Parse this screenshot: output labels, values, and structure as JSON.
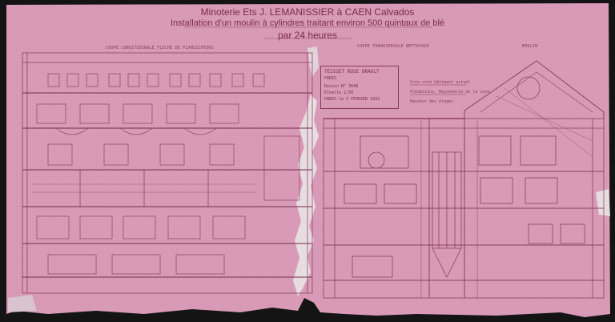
{
  "document": {
    "title_line1": "Minoterie Ets J. LEMANISSIER à CAEN Calvados",
    "title_line2": "Installation d'un moulin à cylindres traitant environ 500 quintaux de blé",
    "title_line3": "par 24 heures",
    "section_left": "COUPE LONGITUDINALE FLECHE DE PLANSICHTERS",
    "section_middle": "COUPE TRANSVERSALE NETTOYAGE",
    "section_right": "MOULIN"
  },
  "stamp": {
    "line1": "TEISSET ROSE BRAULT",
    "line2": "PARIS",
    "line3": "Dessin N° 3648",
    "line4": "Echelle 1/50",
    "line5": "PARIS le 5 FEVRIER 1932"
  },
  "notes": {
    "line1": "Cote coté bâtiment actuel",
    "line2": "Fondations, Maçonnerie de la cave",
    "line3": "Hauteur des étages"
  },
  "colors": {
    "paper": "#d99ab8",
    "ink": "#7a2a4e",
    "background": "#141414",
    "damage": "#e7dde1"
  }
}
